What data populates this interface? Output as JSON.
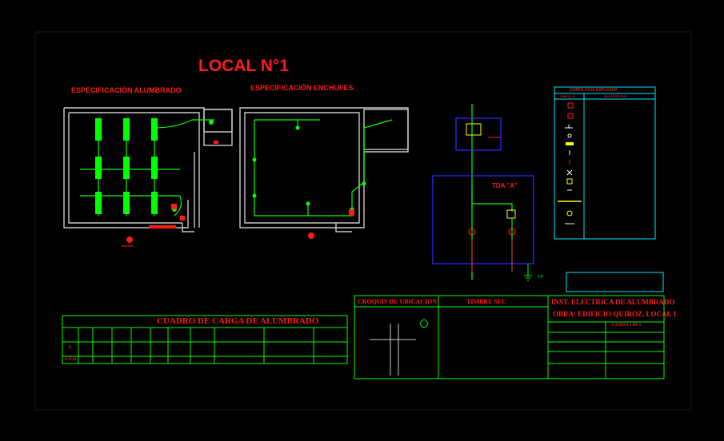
{
  "drawing": {
    "main_title": "LOCAL N°1",
    "spec_lighting": "ESPECIFICACIÓN ALUMBRADO",
    "spec_outlets": "ESPECIFICACIÓN ENCHUFES",
    "panel_label": "TDA \"A\"",
    "ground_label": "T.P",
    "load_table_title": "CUADRO DE CARGA DE ALUMBRADO",
    "load_table_rows": [
      "A",
      "TOTAL"
    ],
    "location_header": "CROQUIS DE UBICACION",
    "sec_header": "TIMBRE SEC",
    "project_title": "INST. ELECTRICA DE ALUMBRADO",
    "project_subtitle": "OBRA: EDIFICIO QUIROZ, LOCAL 1",
    "symbology_title": "SIMBOLOGIA EMPLEADA",
    "symbology_cols": [
      "SIMBOLO",
      "DESCRIPCION"
    ],
    "lamina": "LAMINA 1 DE 1",
    "room_label": "Acceso"
  },
  "colors": {
    "background": "#000000",
    "wall": "#c8c8c8",
    "green": "#00ff00",
    "red": "#ff1a1a",
    "blue": "#2a2aff",
    "cyan": "#00e5ff",
    "yellow": "#ffff00"
  }
}
